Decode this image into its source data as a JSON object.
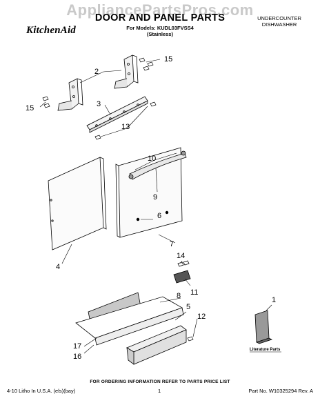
{
  "watermark": "AppliancePartsPros.com",
  "header": {
    "title": "DOOR AND PANEL PARTS",
    "models": "For Models: KUDL03FVSS4",
    "variant": "(Stainless)",
    "brand": "KitchenAid",
    "category_line1": "UNDERCOUNTER",
    "category_line2": "DISHWASHER"
  },
  "callouts": [
    "15",
    "2",
    "15",
    "3",
    "13",
    "10",
    "9",
    "6",
    "4",
    "7",
    "14",
    "11",
    "8",
    "1",
    "5",
    "12",
    "17",
    "16"
  ],
  "literature_label": "Literature Parts",
  "footer": {
    "note": "FOR ORDERING INFORMATION REFER TO PARTS PRICE LIST",
    "litho": "4-10 Litho In U.S.A. (els)(bay)",
    "page": "1",
    "part_no": "Part No. W10325294 Rev. A"
  }
}
